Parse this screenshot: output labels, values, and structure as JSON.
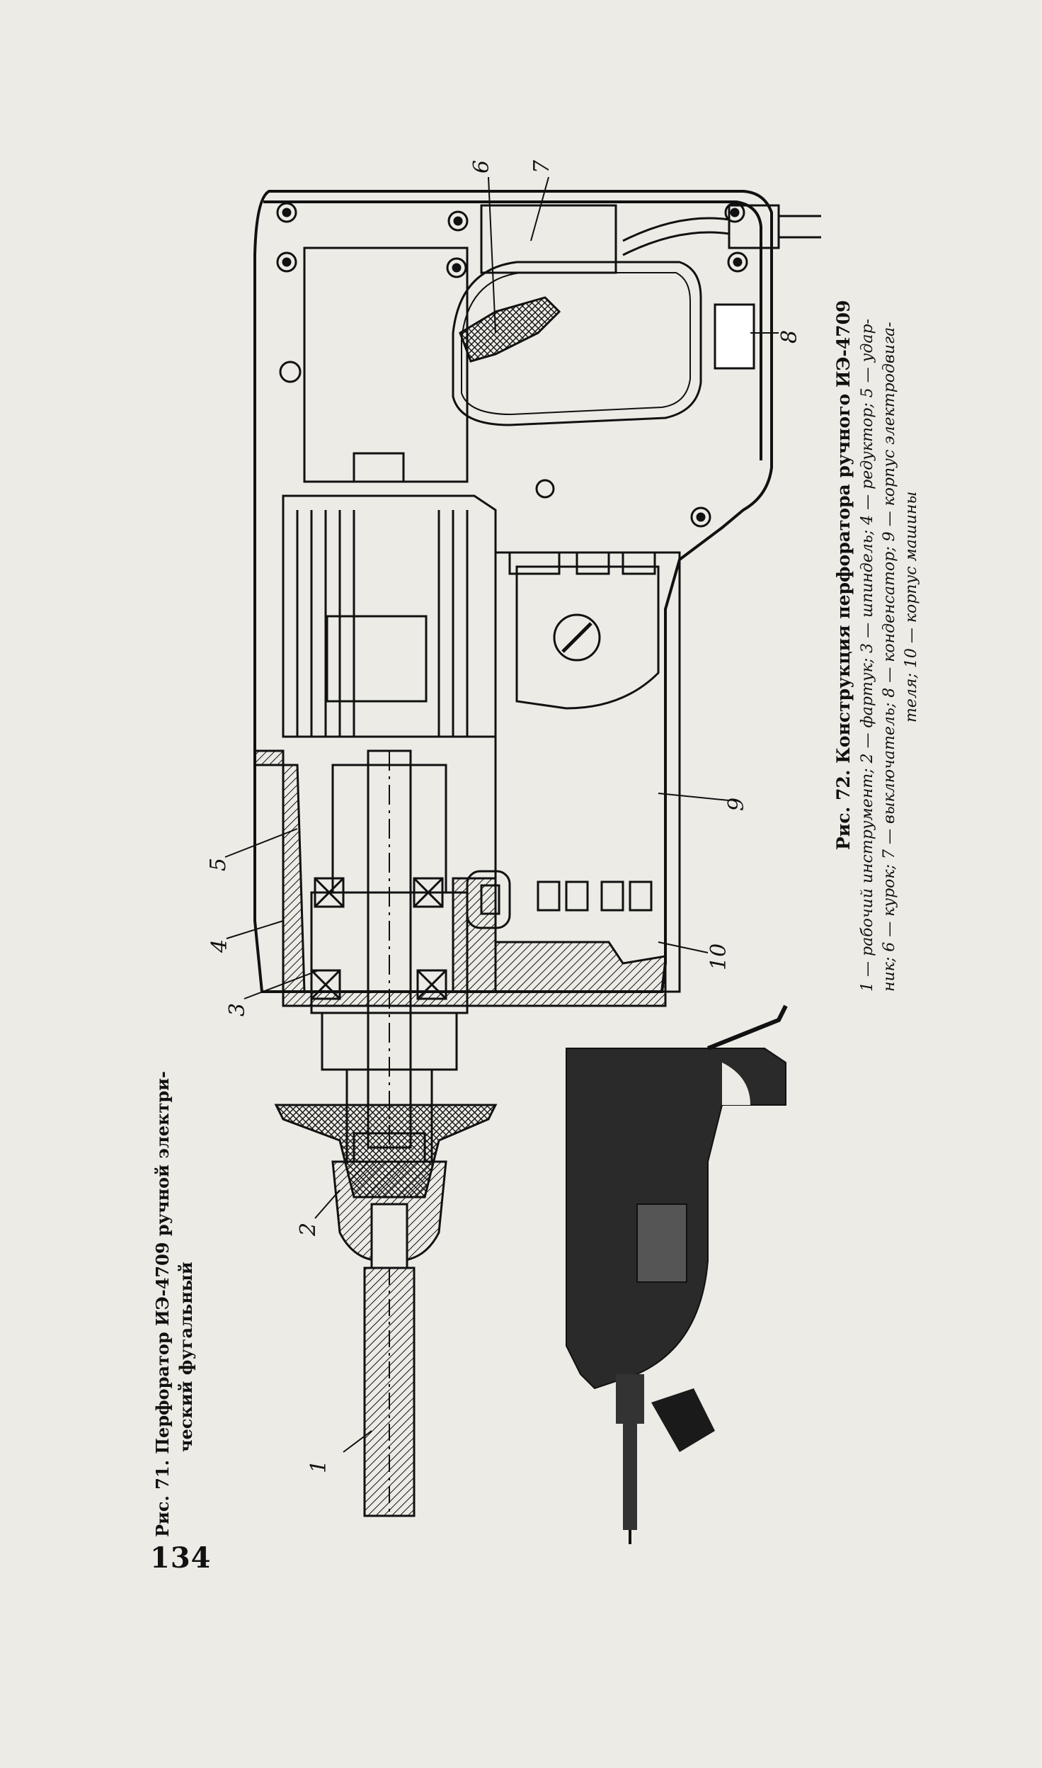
{
  "page_number": "134",
  "figure72": {
    "title": "Рис. 72. Конструкция перфоратора ручного ИЭ-4709",
    "legend_line1": "1 — рабочий инструмент; 2 — фартук; 3 — шпиндель; 4 — редуктор; 5 — удар-",
    "legend_line2": "ник; 6 — курок; 7 — выключатель; 8 — конденсатор; 9 — корпус электродвига-",
    "legend_line3": "теля; 10 — корпус машины",
    "callouts": [
      "1",
      "2",
      "3",
      "4",
      "5",
      "6",
      "7",
      "8",
      "9",
      "10"
    ]
  },
  "figure71": {
    "caption_line1": "Рис. 71. Перфоратор ИЭ-4709 ручной электри-",
    "caption_line2": "ческий фугальный"
  },
  "colors": {
    "paper": "#ecebe6",
    "ink": "#111111"
  }
}
